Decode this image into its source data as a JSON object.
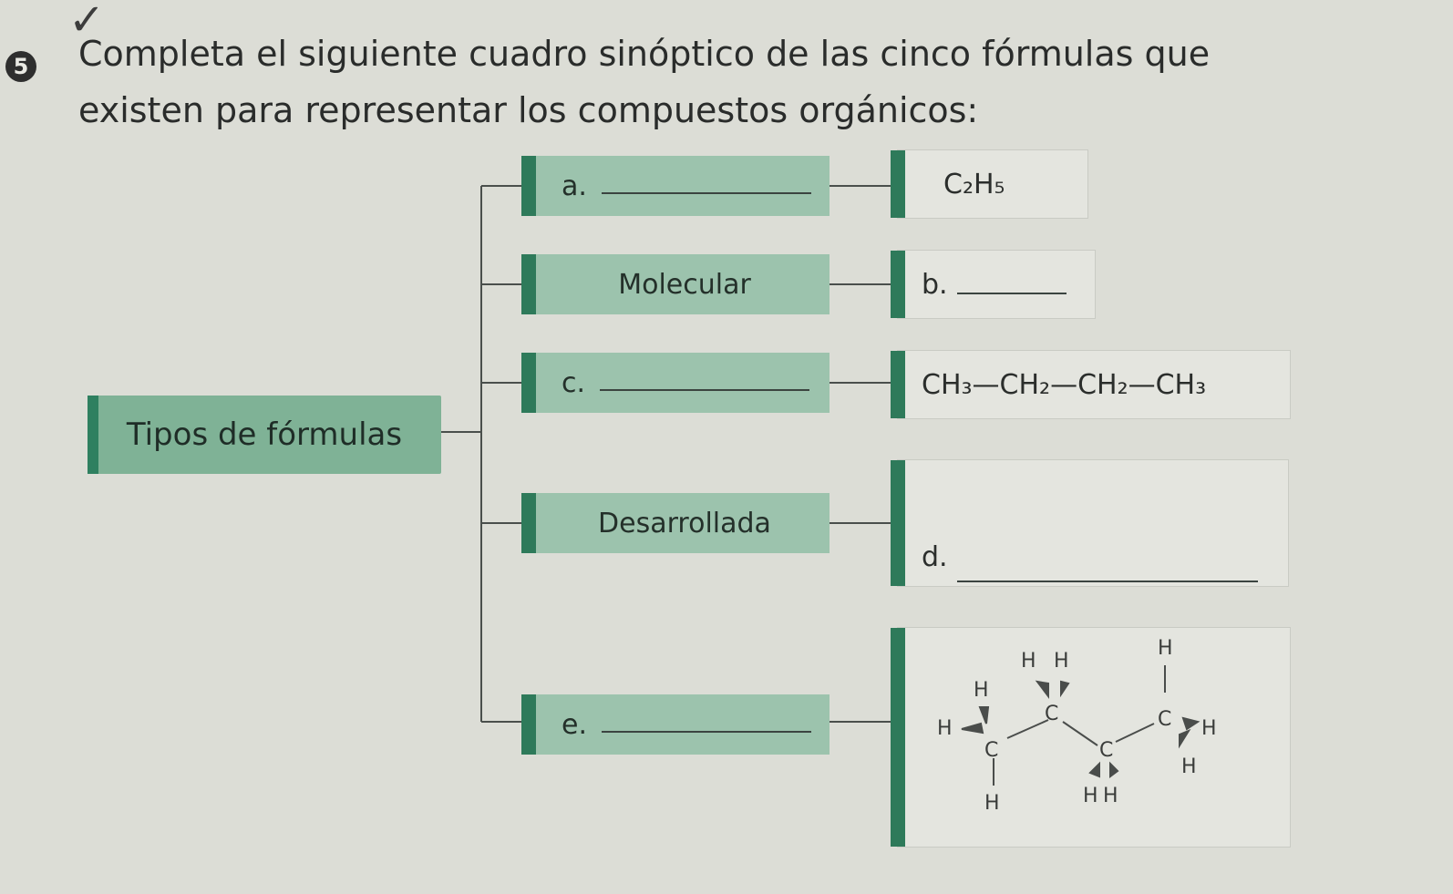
{
  "header": {
    "check_mark": "✓",
    "question_number": "5",
    "instruction_line1": "Completa el siguiente cuadro sinóptico de las cinco fórmulas que",
    "instruction_line2": "existen para representar los compuestos orgánicos:"
  },
  "root": {
    "label": "Tipos de fórmulas"
  },
  "categories": [
    {
      "label": "a.",
      "example": "C₂H₅"
    },
    {
      "label": "Molecular",
      "example": "b."
    },
    {
      "label": "c.",
      "example": "CH₃—CH₂—CH₂—CH₃"
    },
    {
      "label": "Desarrollada",
      "example": "d."
    },
    {
      "label": "e.",
      "example": ""
    }
  ],
  "molecule_atoms": {
    "H": "H",
    "C": "C"
  },
  "colors": {
    "background": "#dcddd6",
    "box_green": "#9cc3ad",
    "bar_green": "#2e7a5a",
    "root_green": "#7fb296"
  }
}
